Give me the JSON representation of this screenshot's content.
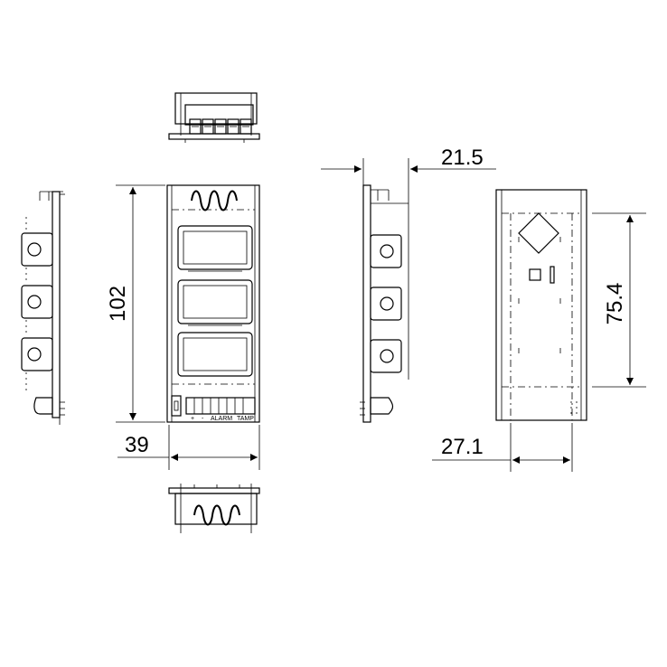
{
  "dimensions": {
    "height": "102",
    "width": "39",
    "depth": "21.5",
    "hole_height": "75.4",
    "hole_width": "27.1"
  },
  "terminal_labels": {
    "plus": "+",
    "minus": "-",
    "alarm": "ALARM",
    "tamp": "TAMP"
  }
}
